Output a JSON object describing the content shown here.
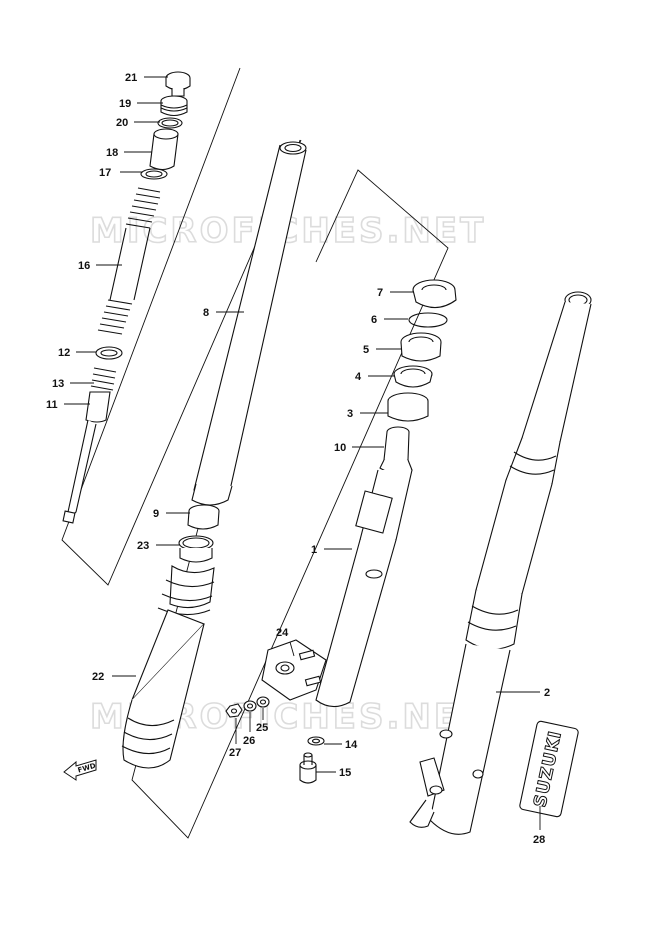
{
  "watermark": "MICROFICHES.NET",
  "decal": "SUZUKI",
  "fwd_arrow": "FWD",
  "callouts": [
    {
      "id": "1",
      "label": "1"
    },
    {
      "id": "2",
      "label": "2"
    },
    {
      "id": "3",
      "label": "3"
    },
    {
      "id": "4",
      "label": "4"
    },
    {
      "id": "5",
      "label": "5"
    },
    {
      "id": "6",
      "label": "6"
    },
    {
      "id": "7",
      "label": "7"
    },
    {
      "id": "8",
      "label": "8"
    },
    {
      "id": "9",
      "label": "9"
    },
    {
      "id": "10",
      "label": "10"
    },
    {
      "id": "11",
      "label": "11"
    },
    {
      "id": "12",
      "label": "12"
    },
    {
      "id": "13",
      "label": "13"
    },
    {
      "id": "14",
      "label": "14"
    },
    {
      "id": "15",
      "label": "15"
    },
    {
      "id": "16",
      "label": "16"
    },
    {
      "id": "17",
      "label": "17"
    },
    {
      "id": "18",
      "label": "18"
    },
    {
      "id": "19",
      "label": "19"
    },
    {
      "id": "20",
      "label": "20"
    },
    {
      "id": "21",
      "label": "21"
    },
    {
      "id": "22",
      "label": "22"
    },
    {
      "id": "23",
      "label": "23"
    },
    {
      "id": "24",
      "label": "24"
    },
    {
      "id": "25",
      "label": "25"
    },
    {
      "id": "26",
      "label": "26"
    },
    {
      "id": "27",
      "label": "27"
    },
    {
      "id": "28",
      "label": "28"
    }
  ]
}
